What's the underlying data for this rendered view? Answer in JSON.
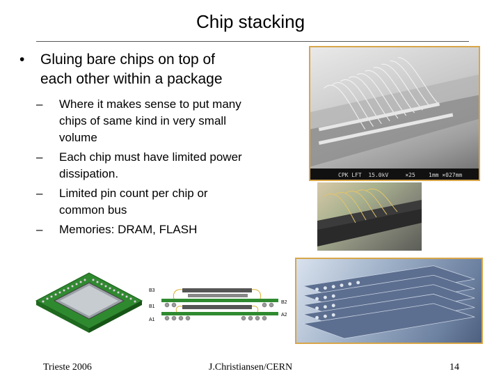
{
  "slide": {
    "title": "Chip stacking",
    "bullet": "Gluing bare chips on top of each other within a package",
    "bullet_marker": "•",
    "sub_marker": "–",
    "sub_bullets": [
      "Where it makes sense to put many chips of same kind in very small volume",
      "Each chip must have limited power dissipation.",
      "Limited pin count per chip or common bus",
      "Memories: DRAM, FLASH"
    ]
  },
  "figures": {
    "sem_scale": "CPK LFT  15.0kV     ×25    1mm ×027mm",
    "layer_labels_left": [
      "B3",
      "B1",
      "A1"
    ],
    "layer_labels_right": [
      "B2",
      "A2"
    ]
  },
  "footer": {
    "left": "Trieste 2006",
    "center": "J.Christiansen/CERN",
    "right": "14"
  },
  "colors": {
    "frame_border": "#d8a648",
    "pcb_green": "#2f8a2f",
    "solder_gray": "#9a9a9a"
  }
}
